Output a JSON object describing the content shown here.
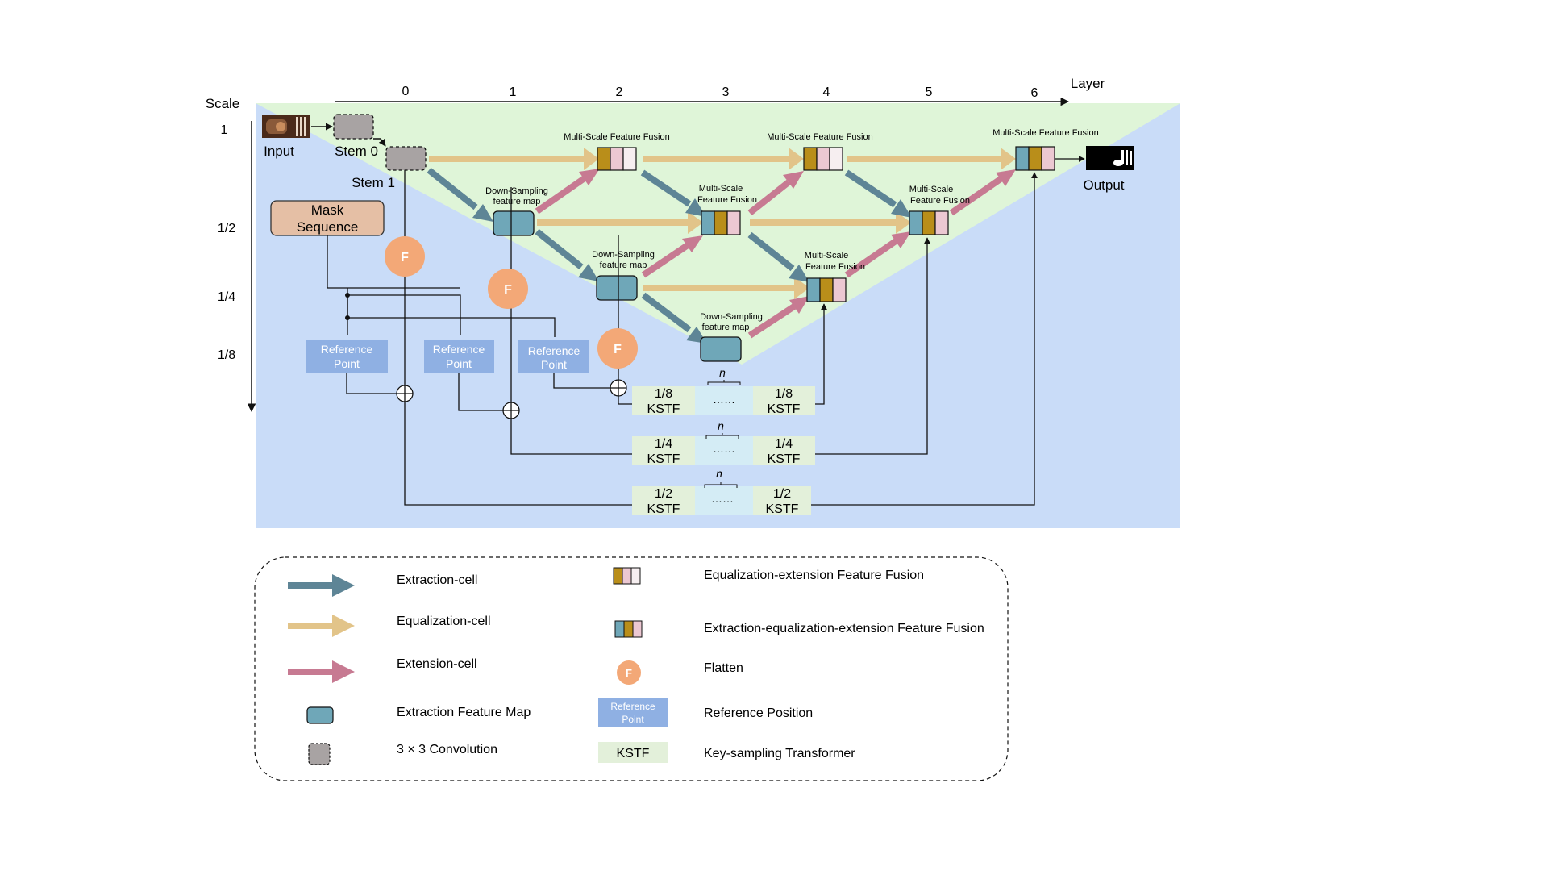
{
  "axes": {
    "scale_title": "Scale",
    "layer_title": "Layer",
    "layers": [
      "0",
      "1",
      "2",
      "3",
      "4",
      "5",
      "6"
    ],
    "scales": [
      "1",
      "1/2",
      "1/4",
      "1/8"
    ]
  },
  "nodes": {
    "input": "Input",
    "stem0": "Stem 0",
    "stem1": "Stem 1",
    "output": "Output",
    "mask_line1": "Mask",
    "mask_line2": "Sequence",
    "ref_line1": "Reference",
    "ref_line2": "Point",
    "flatten": "F",
    "ms_fusion": "Multi-Scale Feature Fusion",
    "ms_line1": "Multi-Scale",
    "ms_line2": "Feature Fusion",
    "ds_line1": "Down-Sampling",
    "ds_line2": "feature map",
    "kstf": "KSTF",
    "kstf_scales": [
      "1/8",
      "1/4",
      "1/2"
    ],
    "n_label": "n",
    "dots": "……"
  },
  "legend": {
    "extraction_cell": "Extraction-cell",
    "equalization_cell": "Equalization-cell",
    "extension_cell": "Extension-cell",
    "extraction_feature_map": "Extraction Feature Map",
    "conv": "3 × 3 Convolution",
    "ee_fusion": "Equalization-extension Feature Fusion",
    "eee_fusion": "Extraction-equalization-extension Feature Fusion",
    "flatten": "Flatten",
    "reference_position": "Reference Position",
    "kstf_desc": "Key-sampling Transformer",
    "ref_line1": "Reference",
    "ref_line2": "Point",
    "kstf": "KSTF",
    "flatten_symbol": "F"
  },
  "colors": {
    "background_blue": "#c9dcf8",
    "triangle_green": "#dff5d8",
    "extraction": "#5e8596",
    "equalization": "#e2c489",
    "extension": "#c77a92",
    "feature_map": "#6fa7b8",
    "conv": "#a8a3a3",
    "flatten": "#f3a877",
    "reference": "#8fb0e3",
    "kstf": "#e3f0da",
    "dots_box": "#d4ecf5",
    "mask": "#e5bfa5",
    "gold": "#b98e1a",
    "pink": "#ecc8d2"
  }
}
